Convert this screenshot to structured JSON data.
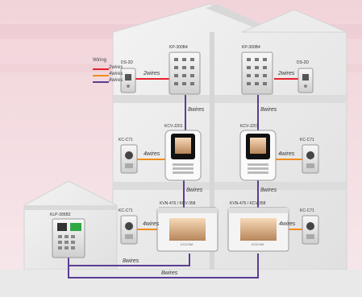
{
  "legend": {
    "title": "Wiring",
    "items": [
      {
        "label": "2wires",
        "color": "#e8202a"
      },
      {
        "label": "4wires",
        "color": "#f28c1c"
      },
      {
        "label": "8wires",
        "color": "#5a3d91"
      }
    ]
  },
  "devices": {
    "ds_left": "DS-2D",
    "kp_left": "KP-300B4",
    "kp_right": "KP-300B4",
    "ds_right": "DS-2D",
    "kc_upper_left": "KC-C71",
    "kcv_left": "KCV-J201",
    "kcv_right": "KCV-J201",
    "kc_upper_right": "KC-C71",
    "klp": "KLP-305B2",
    "kc_lower_left": "KC-C71",
    "kvn_left": "KVN-476 / KCV-358",
    "kvn_right": "KVN-476 / KCV-358",
    "kc_lower_right": "KC-C71"
  },
  "wires": {
    "w1": "2wires",
    "w2": "2wires",
    "w3": "8wires",
    "w4": "8wires",
    "w5": "4wires",
    "w6": "4wires",
    "w7": "8wires",
    "w8": "8wires",
    "w9": "4wires",
    "w10": "4wires",
    "w11": "8wires",
    "w12": "8wires"
  },
  "screen_left": "KOCOM",
  "screen_right": "KOCOM"
}
